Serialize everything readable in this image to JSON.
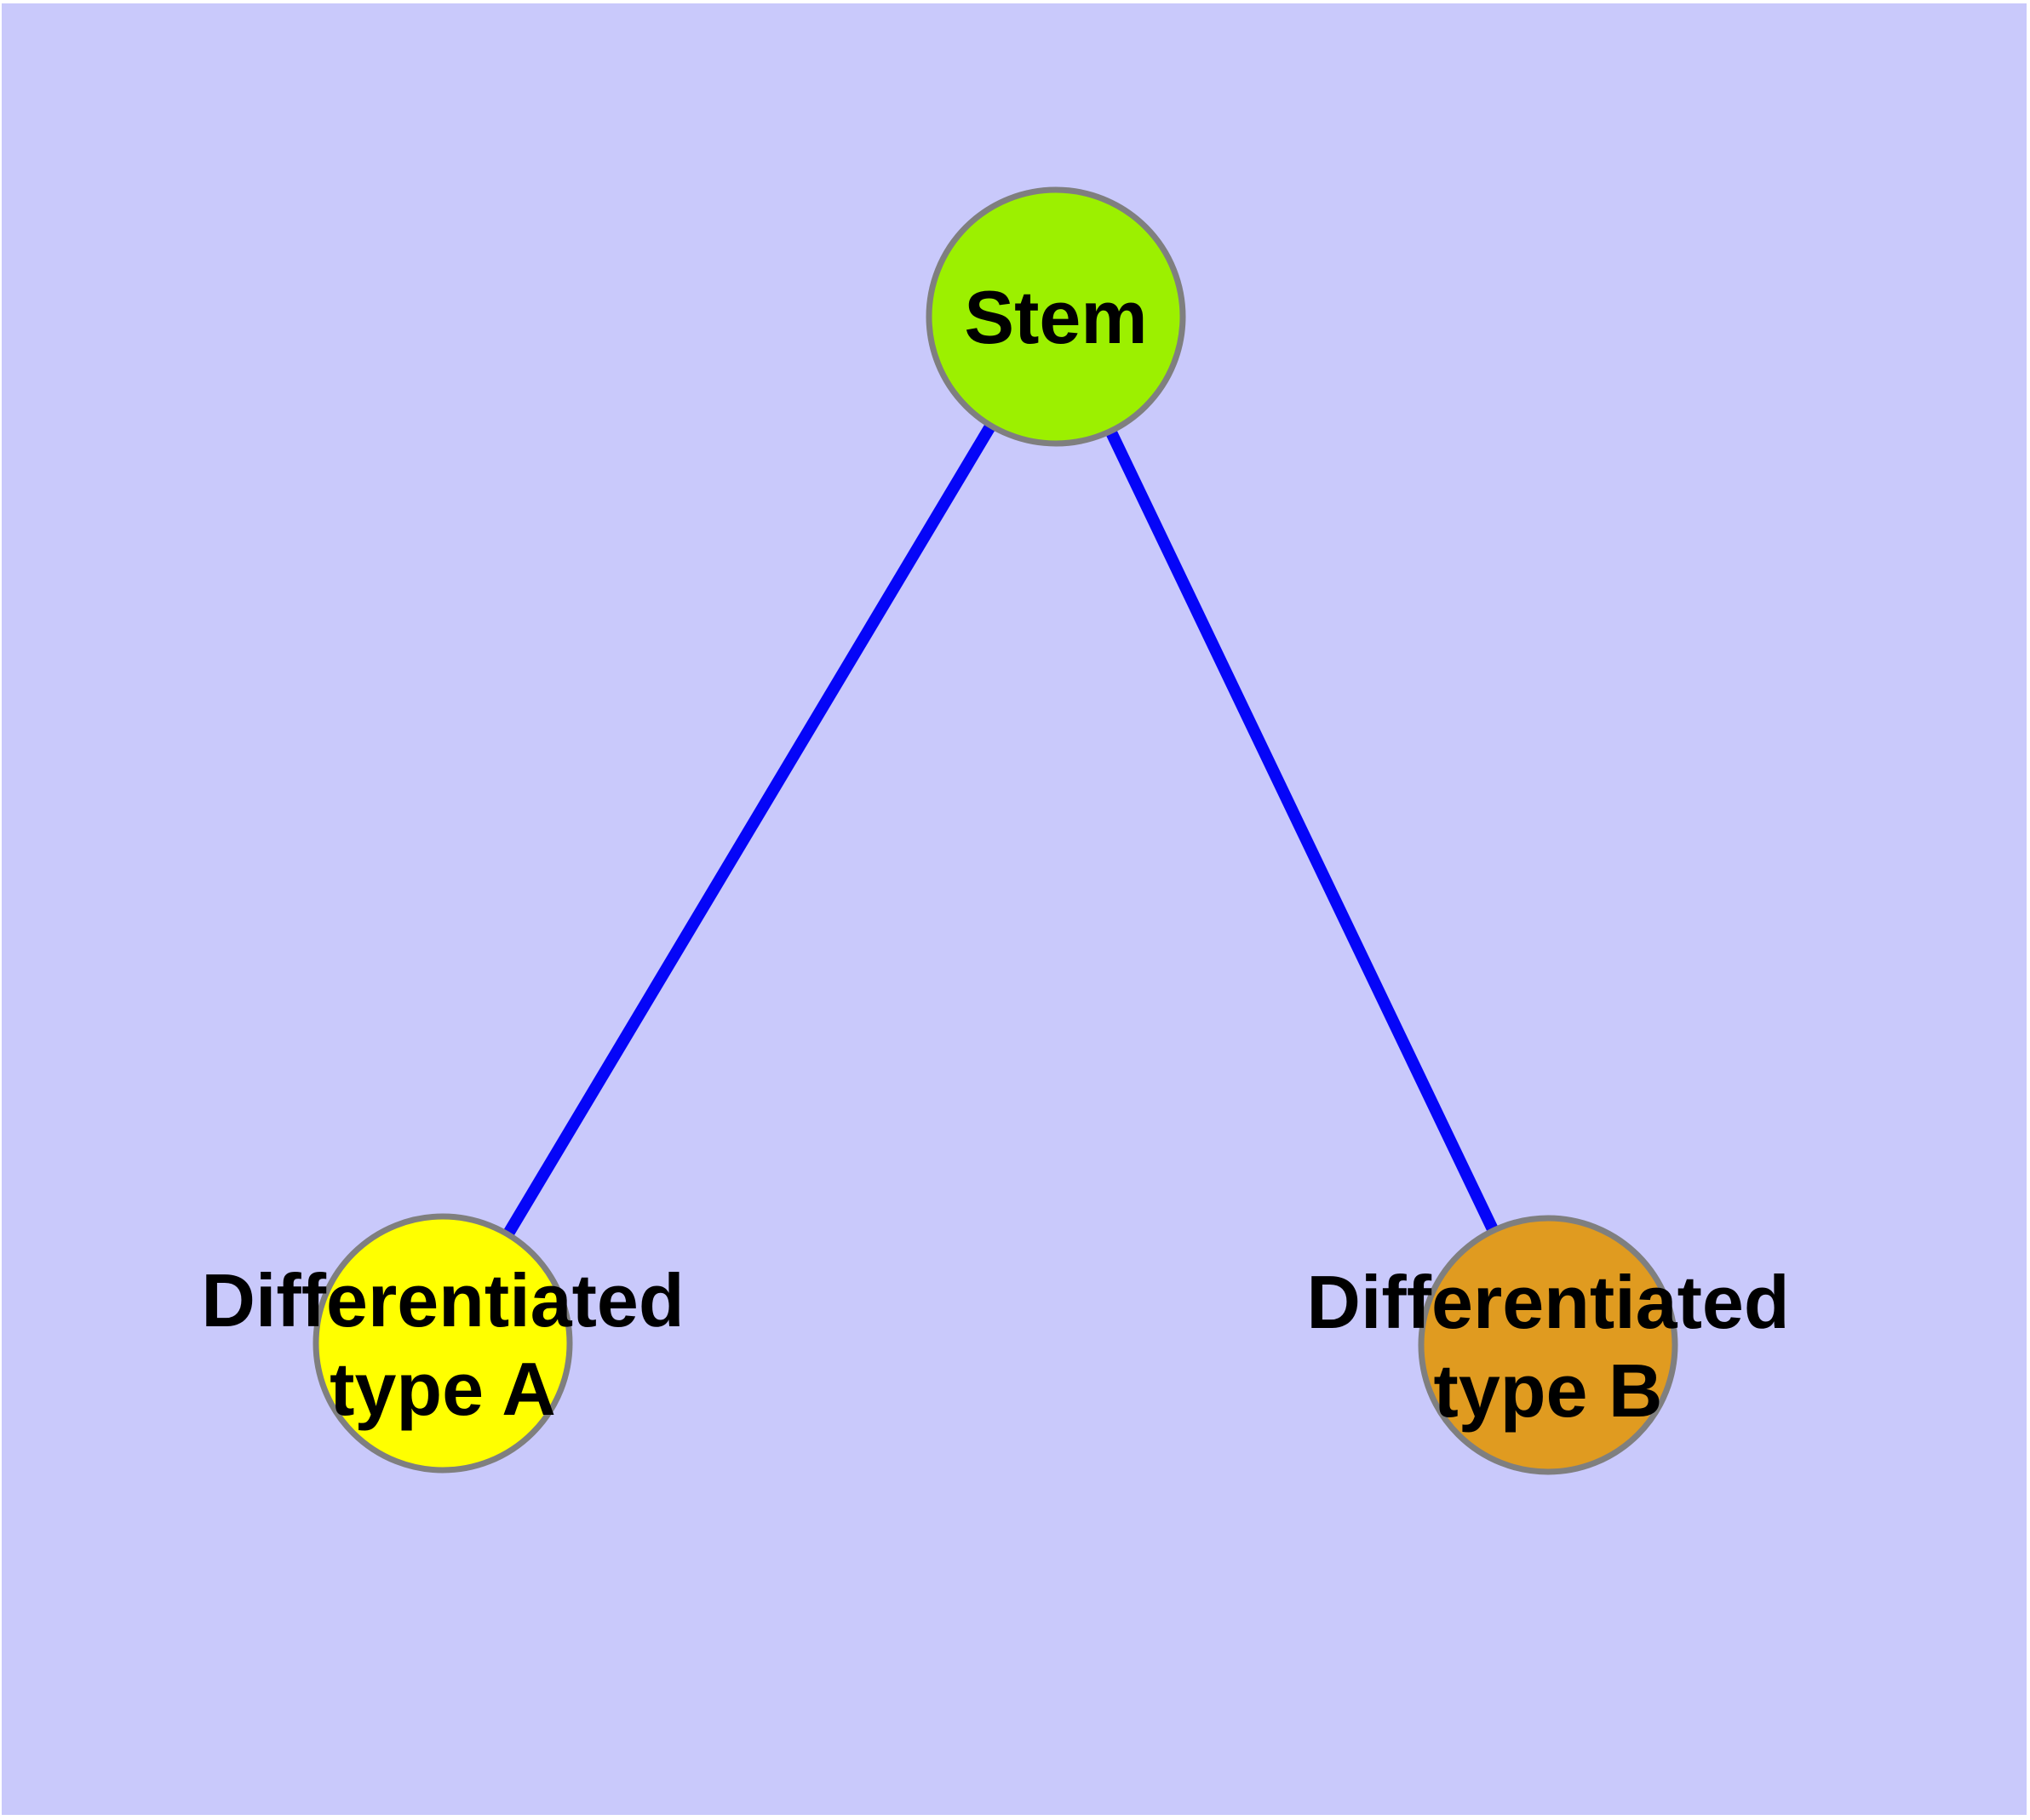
{
  "diagram": {
    "type": "node-link-graph",
    "background_color": "#C9C9FB",
    "frame_color": "#FFFFFF",
    "edge_color": "#0505F8",
    "node_border_color": "#7F7F7F",
    "label_color": "#000000",
    "nodes": [
      {
        "id": "stem",
        "label": "Stem",
        "fill": "#9CF000"
      },
      {
        "id": "differentiated-type-a",
        "label_line1": "Differentiated",
        "label_line2": "type A",
        "fill": "#FFFF00"
      },
      {
        "id": "differentiated-type-b",
        "label_line1": "Differentiated",
        "label_line2": "type B",
        "fill": "#E09B20"
      }
    ],
    "edges": [
      {
        "from": "Stem",
        "to": "Differentiated type A"
      },
      {
        "from": "Stem",
        "to": "Differentiated type B"
      }
    ]
  }
}
